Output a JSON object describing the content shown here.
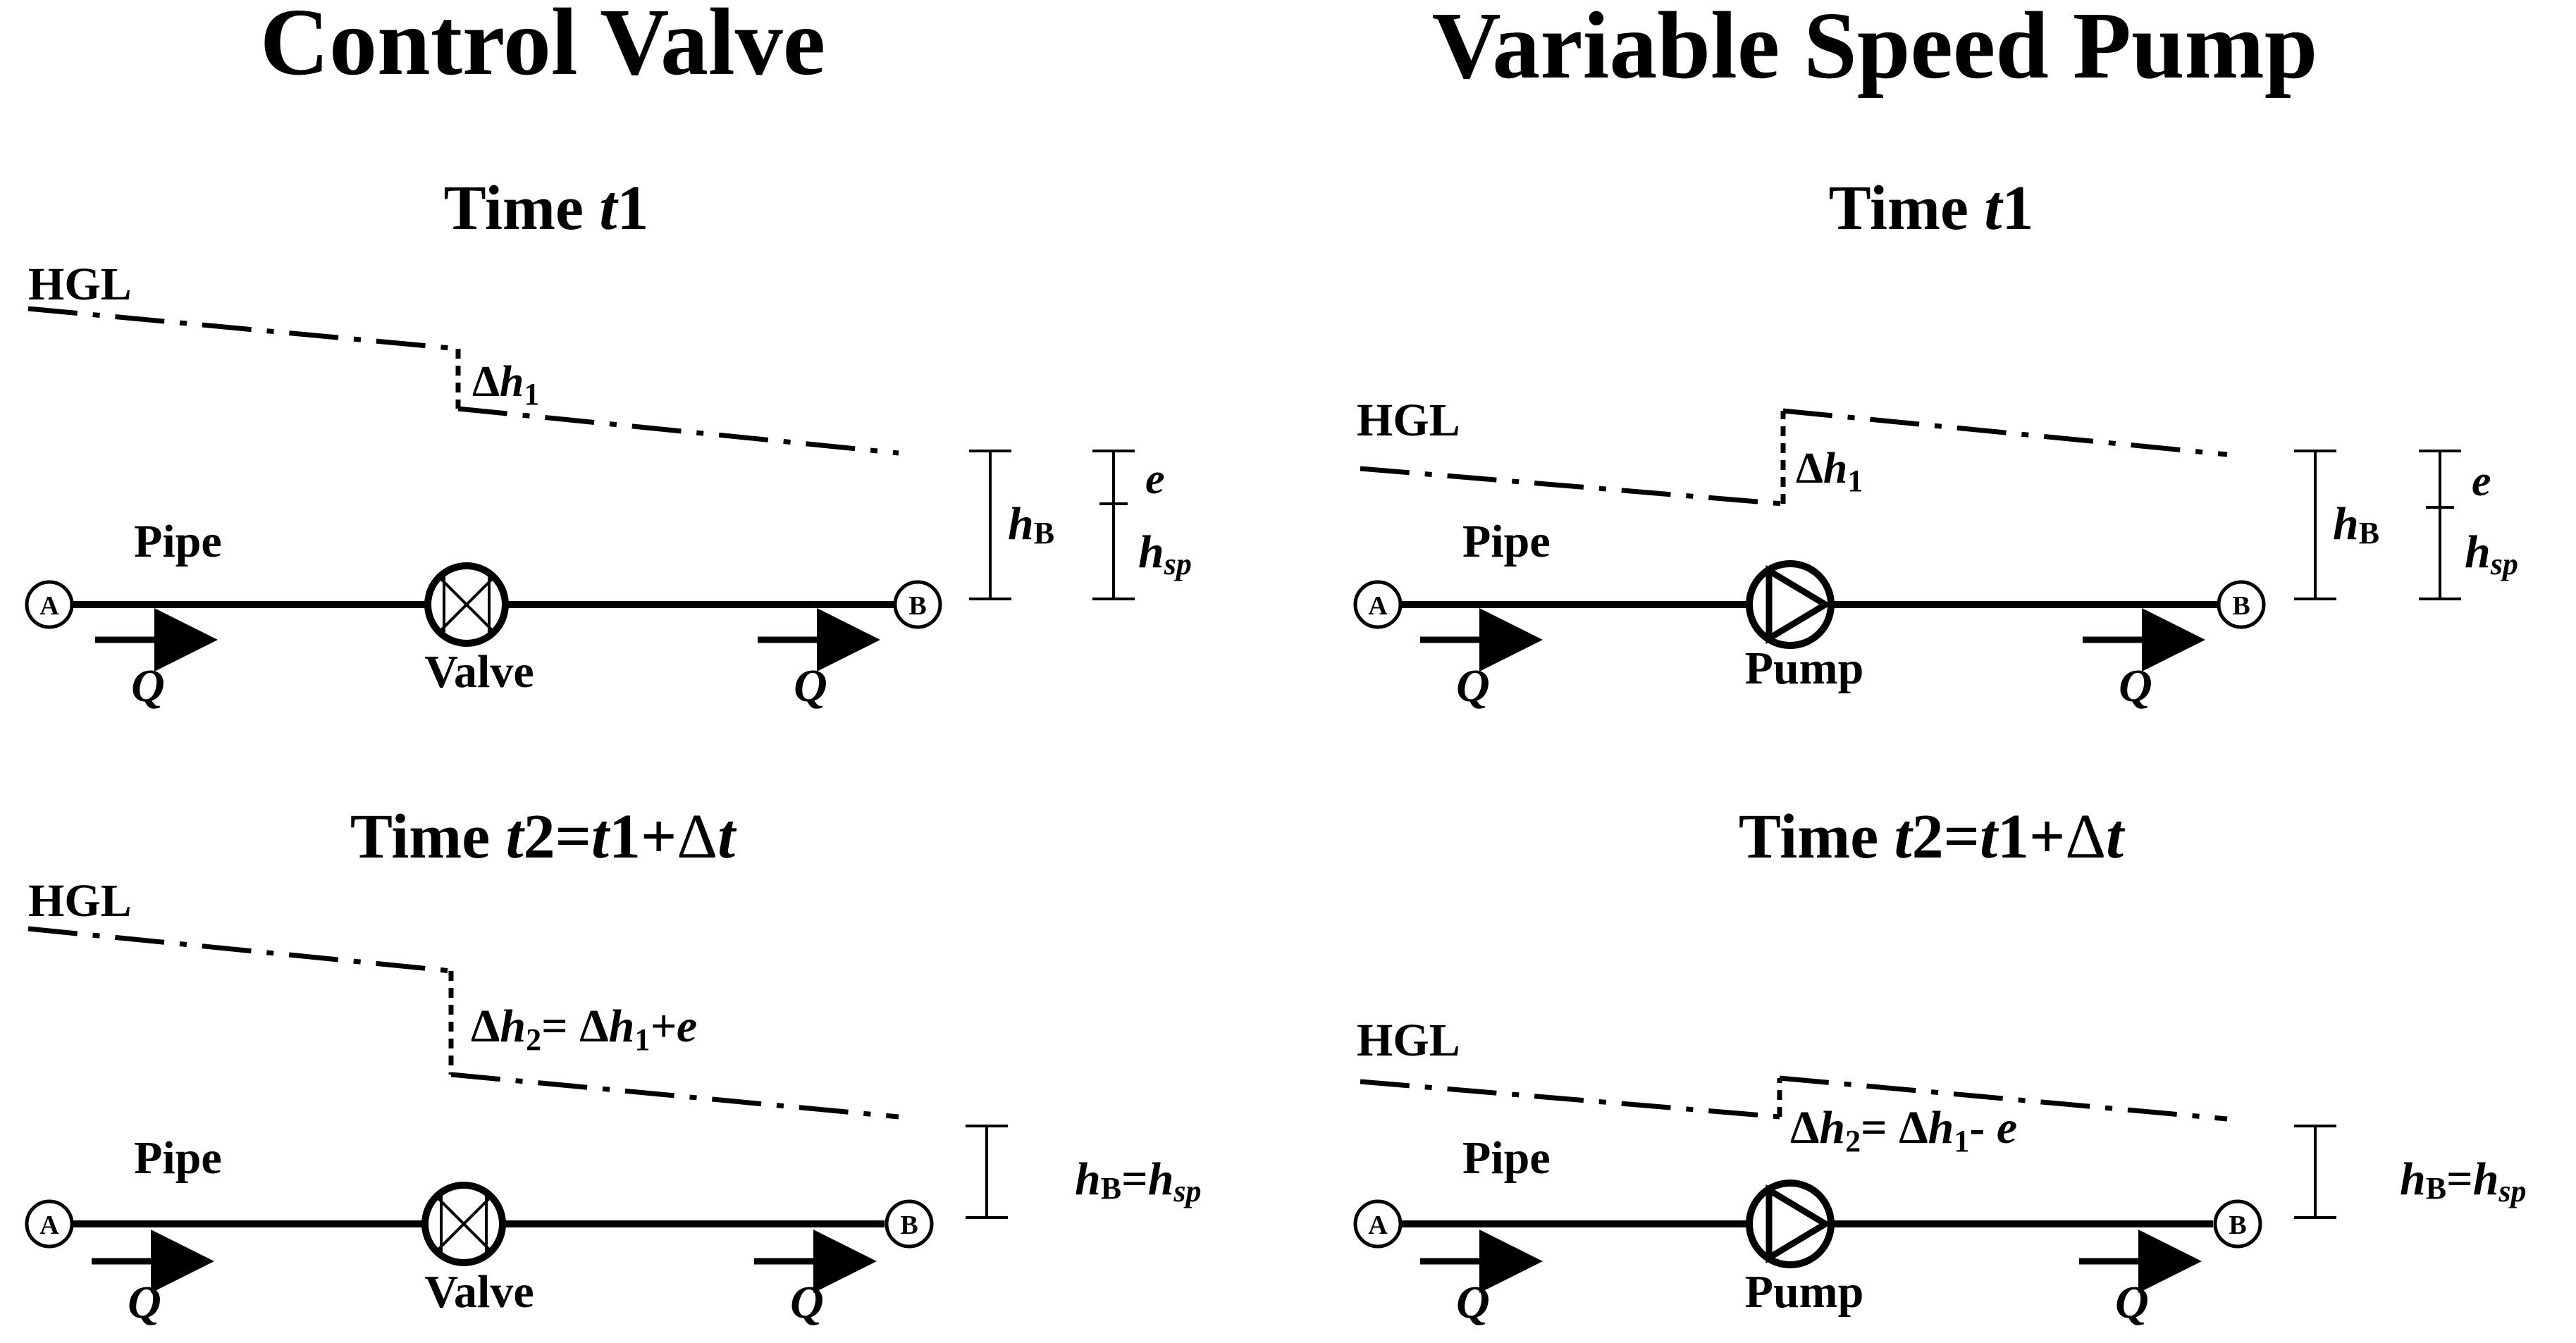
{
  "titles": {
    "left": "Control Valve",
    "right": "Variable Speed Pump"
  },
  "time_labels": {
    "t1_prefix": "Time ",
    "t1_var": "t",
    "t1_sub": "1",
    "t2_prefix": "Time ",
    "t2_var": "t",
    "t2_sub": "2",
    "t2_eq": "=",
    "t2_var_b": "t",
    "t2_sub_b": "1",
    "t2_plus": "+",
    "t2_delta": "Δ",
    "t2_var_c": "t"
  },
  "labels": {
    "hgl": "HGL",
    "pipe": "Pipe",
    "valve": "Valve",
    "pump": "Pump",
    "node_a": "A",
    "node_b": "B",
    "flow": "Q",
    "e": "e",
    "h": "h",
    "sub_B": "B",
    "sub_sp": "sp",
    "equals": "=",
    "delta": "Δ",
    "one": "1",
    "two": "2",
    "plus_e": "+e",
    "minus": "- ",
    "eq_sp": "= "
  }
}
